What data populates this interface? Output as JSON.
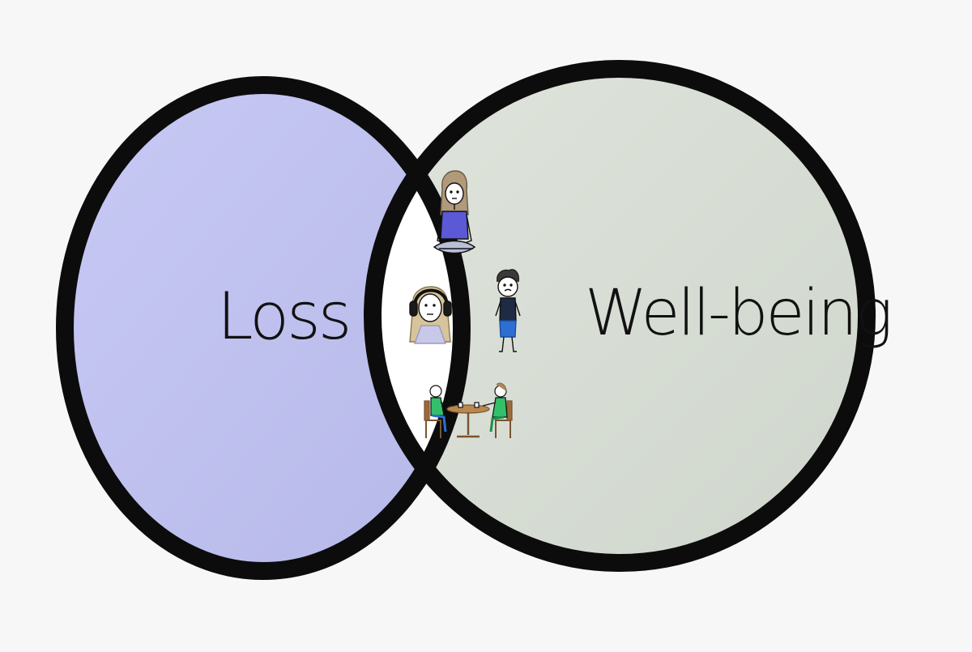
{
  "diagram": {
    "type": "venn",
    "sets": [
      {
        "id": "loss",
        "label": "Loss",
        "fill": "#c2c4f2"
      },
      {
        "id": "wellbeing",
        "label": "Well-being",
        "fill": "#d9dfd6"
      }
    ],
    "intersection": {
      "fill": "#ffffff",
      "figures": [
        {
          "id": "meditating-person",
          "description_icon": "cross-legged-figure-icon"
        },
        {
          "id": "headphones-person",
          "description_icon": "headphones-figure-icon"
        },
        {
          "id": "standing-person",
          "description_icon": "standing-figure-icon"
        },
        {
          "id": "table-conversation",
          "description_icon": "two-people-at-table-icon"
        }
      ]
    },
    "outline_color": "#0c0c0c",
    "figure_colors": {
      "purple": "#5b59d6",
      "blue": "#2d6fd0",
      "green": "#33c06a",
      "wood": "#9b6a3a"
    }
  }
}
